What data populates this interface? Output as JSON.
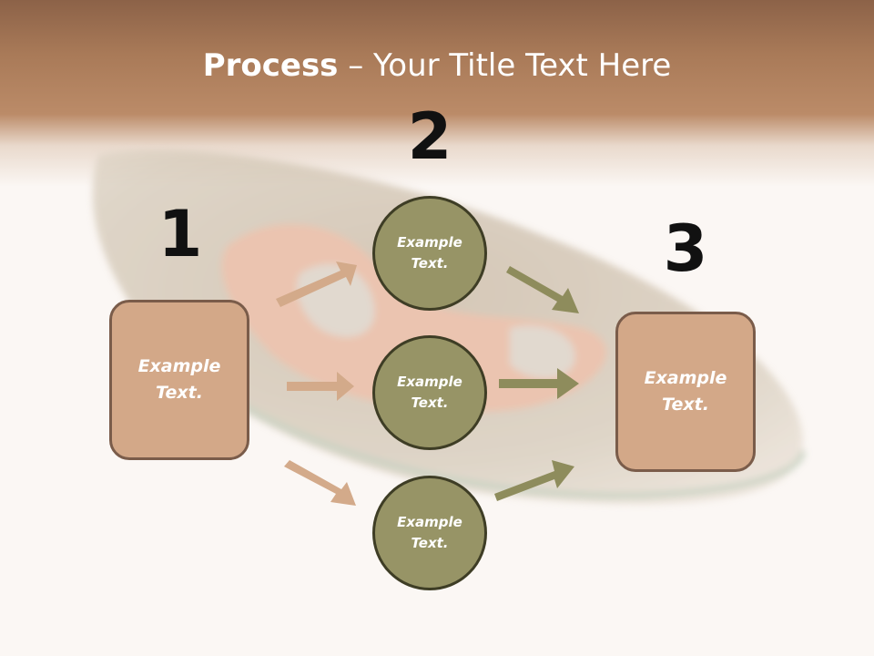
{
  "slide": {
    "title_bold": "Process",
    "title_rest": " – Your Title Text Here",
    "steps": {
      "one": "1",
      "two": "2",
      "three": "3"
    },
    "left_box": "Example Text.",
    "right_box": "Example Text.",
    "circles": [
      "Example Text.",
      "Example Text.",
      "Example Text."
    ]
  },
  "colors": {
    "header": "#a97a58",
    "box_fill": "#d3a888",
    "box_border": "#7a5c4a",
    "circle_fill": "#979466",
    "circle_border": "#3e3d25",
    "arrow_left": "#d3aa8a",
    "arrow_right": "#8e8c5c"
  }
}
